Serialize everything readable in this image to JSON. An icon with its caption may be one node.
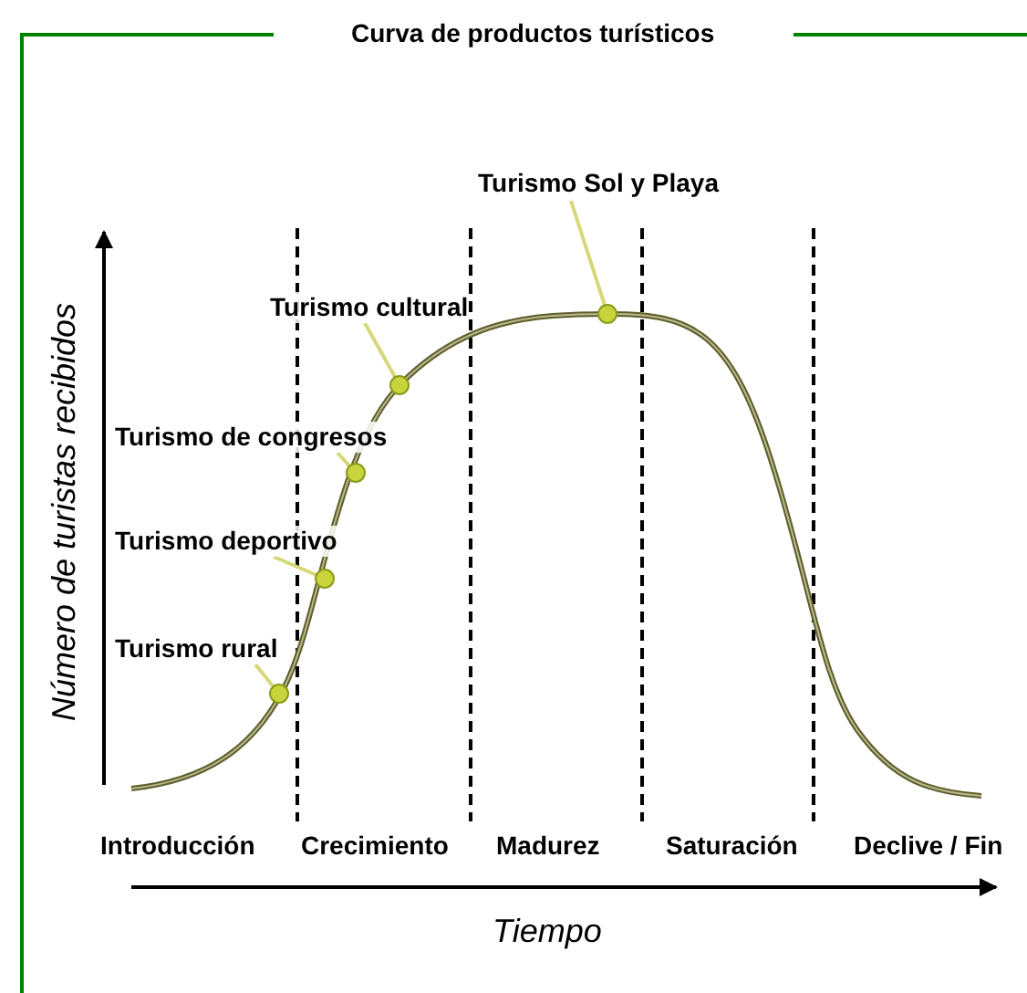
{
  "diagram": {
    "title": "Curva de productos turísticos",
    "nodes": [
      {
        "text": [
          "Turismo Sol y Playa"
        ]
      },
      {
        "text": [
          "Turismo cultural"
        ]
      },
      {
        "text": [
          "Turismo de congresos"
        ]
      },
      {
        "text": [
          "Turismo deportivo"
        ]
      },
      {
        "text": [
          "Turismo rural"
        ]
      },
      {
        "text": [],
        "shape": "circle"
      },
      {
        "text": [],
        "shape": "circle"
      },
      {
        "text": [],
        "shape": "circle"
      },
      {
        "text": [],
        "shape": "circle"
      },
      {
        "text": [],
        "shape": "circle"
      }
    ],
    "edges": [
      {
        "from": 0,
        "to": 9,
        "arrow": "none"
      },
      {
        "from": 1,
        "to": 8,
        "arrow": "none"
      },
      {
        "from": 2,
        "to": 7,
        "arrow": "none"
      },
      {
        "from": 3,
        "to": 6,
        "arrow": "none"
      },
      {
        "from": 4,
        "to": 5,
        "arrow": "none"
      }
    ],
    "labels": [
      "Número de turistas recibidos",
      "Introducción",
      "Crecimiento",
      "Madurez",
      "Saturación",
      "Declive / Fin",
      "Tiempo"
    ]
  }
}
